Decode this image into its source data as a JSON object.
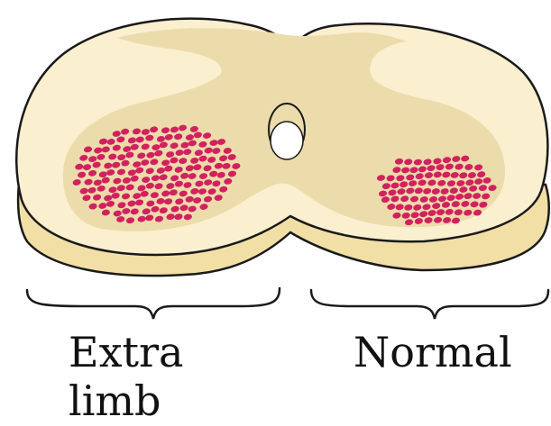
{
  "labels": {
    "extra_limb_line1": "Extra",
    "extra_limb_line2": "limb",
    "normal": "Normal"
  },
  "colors": {
    "white_matter": "#faefcf",
    "gray_matter": "#ecdcab",
    "side_edge": "#f1dfa6",
    "outline": "#1a1a1a",
    "neuron_dots": "#d1215f",
    "canal": "#ffffff"
  },
  "pools": [
    {
      "name": "extra-limb-motor-pool",
      "dot_count": 190
    },
    {
      "name": "normal-motor-pool",
      "dot_count": 95
    }
  ]
}
